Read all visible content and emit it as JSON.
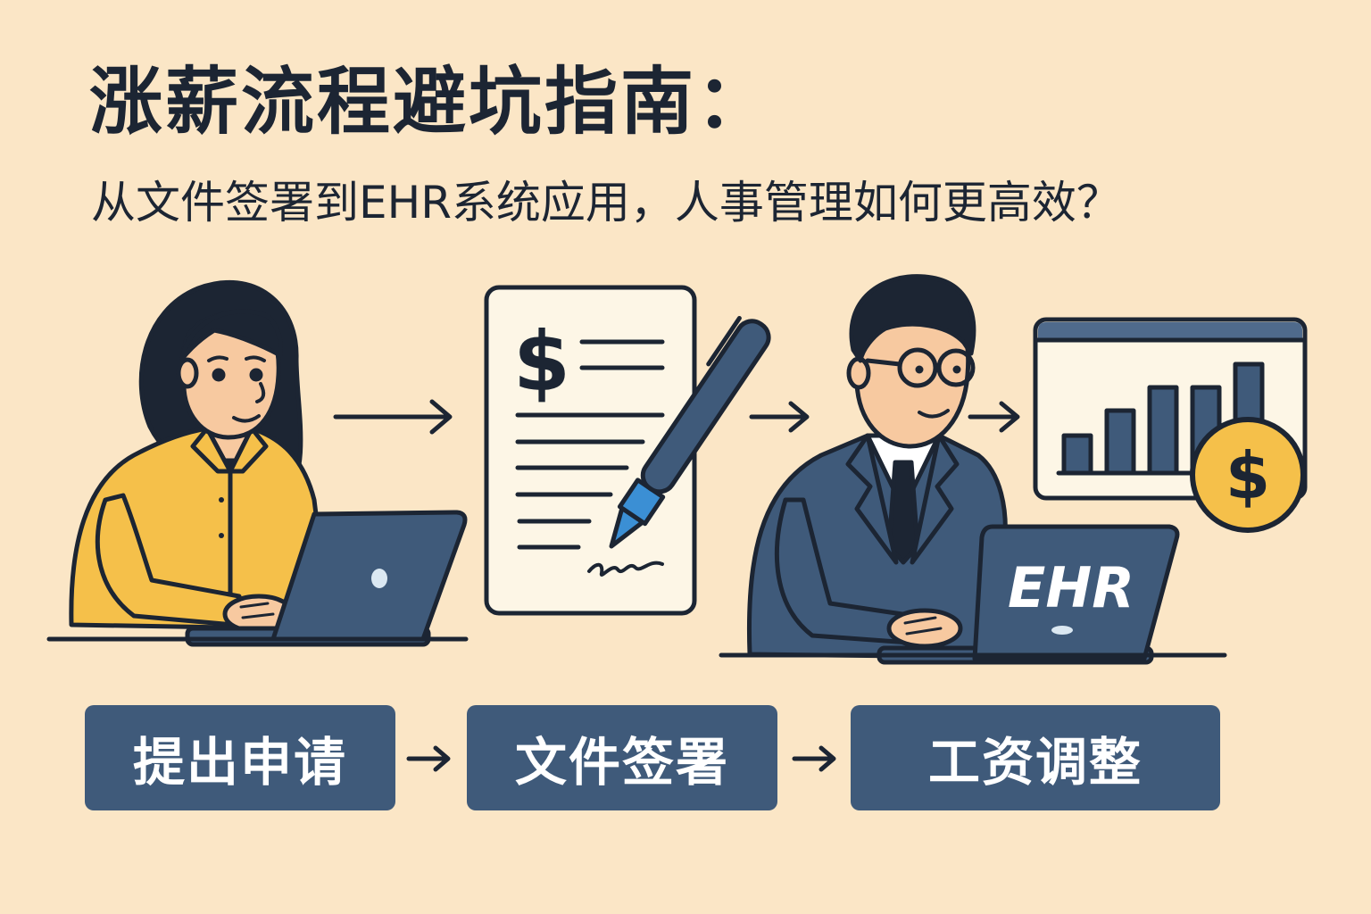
{
  "colors": {
    "background": "#fbe6c6",
    "ink": "#1c2533",
    "slate_blue": "#3f5a7a",
    "shirt_yellow": "#f5c04a",
    "skin": "#f7c9a0",
    "paper": "#fdf6e6",
    "pen_tip_blue": "#3b8fd4"
  },
  "header": {
    "title": "涨薪流程避坑指南：",
    "subtitle": "从文件签署到EHR系统应用，人事管理如何更高效？"
  },
  "illustration": {
    "document_symbol": "$",
    "laptop_label": "EHR",
    "coin_symbol": "$",
    "icons": [
      "employee-figure",
      "laptop-icon",
      "arrow-right-icon",
      "signed-document-icon",
      "pen-icon",
      "hr-manager-figure",
      "bar-chart-monitor-icon",
      "dollar-coin-icon"
    ]
  },
  "steps": [
    {
      "label": "提出申请"
    },
    {
      "label": "文件签署"
    },
    {
      "label": "工资调整"
    }
  ]
}
